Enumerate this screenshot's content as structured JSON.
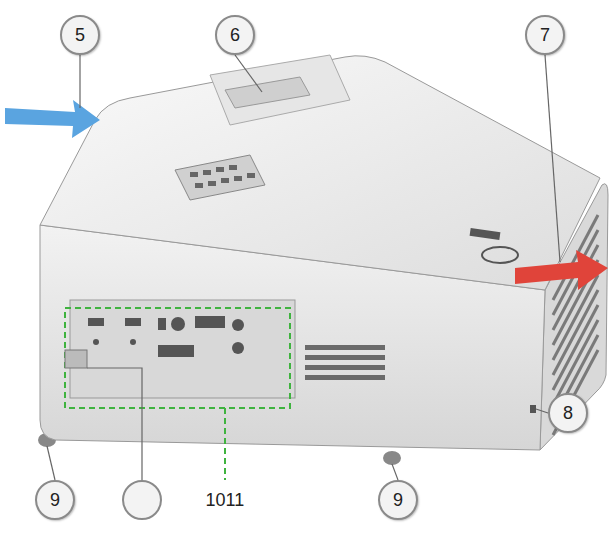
{
  "diagram": {
    "nodes": [
      {
        "text": [
          "5"
        ]
      },
      {
        "text": [
          "6"
        ]
      },
      {
        "text": [
          "7"
        ]
      },
      {
        "text": [
          "8"
        ]
      },
      {
        "text": [
          "9"
        ]
      },
      {
        "text": [
          "9"
        ]
      }
    ],
    "labels": [
      "1011"
    ]
  }
}
